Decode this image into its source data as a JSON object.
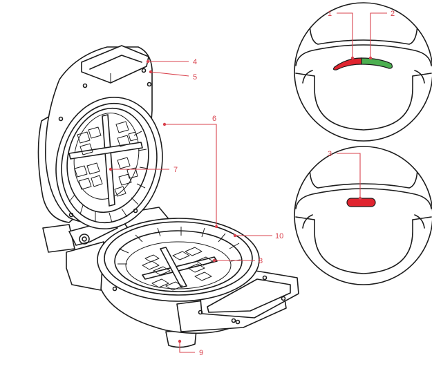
{
  "callouts": [
    {
      "id": "c1",
      "text": "1"
    },
    {
      "id": "c2",
      "text": "2"
    },
    {
      "id": "c3",
      "text": "3"
    },
    {
      "id": "c4",
      "text": "4"
    },
    {
      "id": "c5",
      "text": "5"
    },
    {
      "id": "c6",
      "text": "6"
    },
    {
      "id": "c7",
      "text": "7"
    },
    {
      "id": "c8",
      "text": "8"
    },
    {
      "id": "c9",
      "text": "9"
    },
    {
      "id": "c10",
      "text": "10"
    }
  ],
  "colors": {
    "callout": "#d9434e",
    "light_red": "#e0242f",
    "light_green": "#4caf50",
    "outline": "#1c1c1c"
  },
  "icons": [
    "waffle-maker-illustration",
    "indicator-lights-detail",
    "single-indicator-light-detail"
  ]
}
